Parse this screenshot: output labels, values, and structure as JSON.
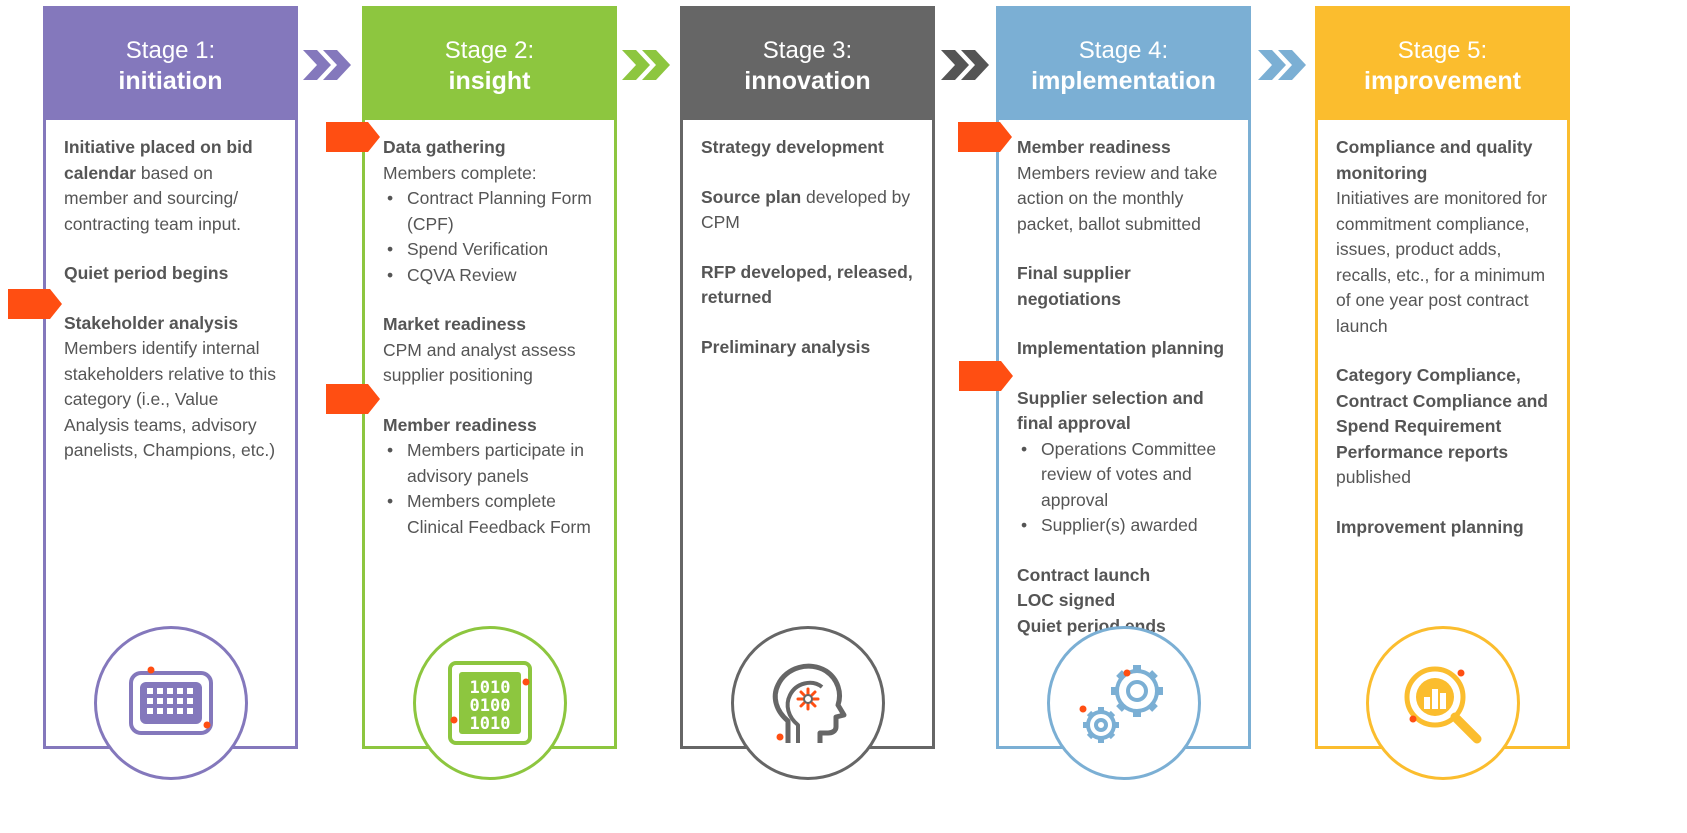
{
  "colors": {
    "stage1": "#8478bc",
    "stage2": "#8dc63f",
    "stage3": "#666666",
    "stage4": "#7bafd4",
    "stage5": "#fbbd2e",
    "flag": "#ff4e12"
  },
  "stages": [
    {
      "title": "Stage 1:",
      "name": "initiation",
      "icon": "keyboard-icon",
      "blocks": [
        {
          "bold": "Initiative placed on bid calendar",
          "text": " based on member and sourcing/ contracting team input."
        },
        {
          "bold": "Quiet period begins"
        },
        {
          "bold": "Stakeholder analysis",
          "text": "Members identify internal stakeholders relative to this category (i.e., Value Analysis teams, advisory panelists, Champions, etc.)"
        }
      ]
    },
    {
      "title": "Stage 2:",
      "name": "insight",
      "icon": "binary-data-icon",
      "blocks": [
        {
          "bold": "Data gathering",
          "text": "Members complete:",
          "items": [
            "Contract Planning Form (CPF)",
            "Spend Verification",
            "CQVA Review"
          ]
        },
        {
          "bold": "Market readiness",
          "text": "CPM and analyst assess supplier positioning"
        },
        {
          "bold": "Member readiness",
          "items": [
            "Members participate in advisory panels",
            "Members complete Clinical Feedback Form"
          ]
        }
      ]
    },
    {
      "title": "Stage 3:",
      "name": "innovation",
      "icon": "head-idea-icon",
      "blocks": [
        {
          "bold": "Strategy development"
        },
        {
          "bold": "Source plan",
          "text": " developed by CPM"
        },
        {
          "bold": "RFP developed, released, returned"
        },
        {
          "bold": "Preliminary analysis"
        }
      ]
    },
    {
      "title": "Stage 4:",
      "name": "implementation",
      "icon": "gears-icon",
      "blocks": [
        {
          "bold": "Member readiness",
          "text": "Members review and take action on the monthly packet, ballot submitted"
        },
        {
          "bold": "Final supplier negotiations"
        },
        {
          "bold": "Implementation planning"
        },
        {
          "bold": "Supplier selection and final approval",
          "items": [
            "Operations Committee review of votes and approval",
            "Supplier(s) awarded"
          ]
        },
        {
          "bold": "Contract launch",
          "lines": [
            "LOC signed",
            "Quiet period ends"
          ]
        }
      ]
    },
    {
      "title": "Stage 5:",
      "name": "improvement",
      "icon": "analytics-magnifier-icon",
      "blocks": [
        {
          "bold": "Compliance and quality monitoring",
          "text": "Initiatives are monitored for commitment compliance, issues, product adds, recalls, etc., for a minimum of one year post contract launch"
        },
        {
          "bold": "Category Compliance, Contract Compliance and Spend Requirement Performance reports",
          "text": "published"
        },
        {
          "bold": "Improvement planning"
        }
      ]
    }
  ]
}
